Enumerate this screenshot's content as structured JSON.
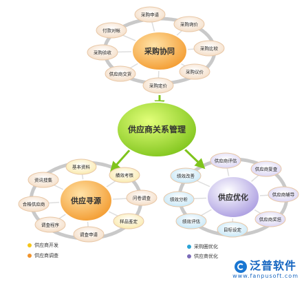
{
  "center": {
    "label": "供应商关系管理"
  },
  "top_cluster": {
    "hub": "采购协同",
    "nodes": [
      "采购申请",
      "采购询价",
      "采购比较",
      "采购议价",
      "采购定价",
      "供应商交货",
      "采购验收",
      "付款对帐"
    ]
  },
  "left_cluster": {
    "hub": "供应寻源",
    "nodes": [
      "基本资料",
      "績效考核",
      "问卷调查",
      "样品鉴定",
      "调查申请",
      "调查程序",
      "合格供应商",
      "资讯搜集"
    ]
  },
  "right_cluster": {
    "hub": "供应优化",
    "nodes": [
      "供应商评估",
      "供应商复查",
      "供应商辅导",
      "供应商奖惩",
      "目标设定",
      "绩效评估",
      "绩效分析",
      "绩效改善"
    ]
  },
  "legend_left": [
    {
      "label": "供应商开发",
      "color": "#f5c518"
    },
    {
      "label": "供应商调查",
      "color": "#f0932b"
    }
  ],
  "legend_right": [
    {
      "label": "采购圈优化",
      "color": "#29a3d6"
    },
    {
      "label": "供应商优化",
      "color": "#7b6bb8"
    }
  ],
  "brand": {
    "name": "泛普软件",
    "url": "www.fanpusoft.com"
  }
}
